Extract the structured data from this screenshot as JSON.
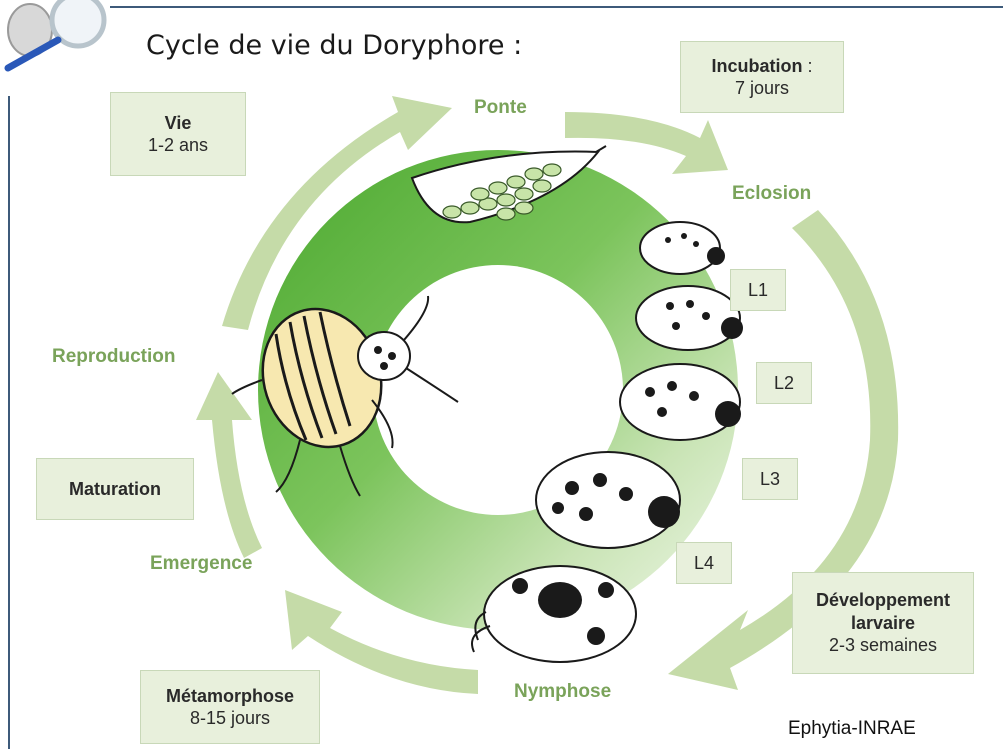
{
  "title": "Cycle de vie du Doryphore :",
  "credit": "Ephytia-INRAE",
  "stages": {
    "ponte": "Ponte",
    "eclosion": "Eclosion",
    "nymphose": "Nymphose",
    "emergence": "Emergence",
    "reproduction": "Reproduction"
  },
  "boxes": {
    "incubation": {
      "title": "Incubation",
      "colon": " :",
      "value": "7 jours"
    },
    "vie": {
      "title": "Vie",
      "value": "1-2 ans"
    },
    "maturation": {
      "title": "Maturation"
    },
    "developpement": {
      "title1": "Développement",
      "title2": "larvaire",
      "value": "2-3 semaines"
    },
    "metamorphose": {
      "title": "Métamorphose",
      "value": "8-15 jours"
    }
  },
  "instars": [
    "L1",
    "L2",
    "L3",
    "L4"
  ],
  "colors": {
    "ring_dark": "#5cb33c",
    "ring_light": "#e6f2dc",
    "arrow": "#c5dba8",
    "stage_text": "#7aa35a",
    "box_bg": "#e8f0dc",
    "frame": "#3d5a7a"
  },
  "icons": [
    "magnifier-person-icon",
    "egg-cluster-icon",
    "larva-icon",
    "pupa-icon",
    "beetle-icon"
  ]
}
